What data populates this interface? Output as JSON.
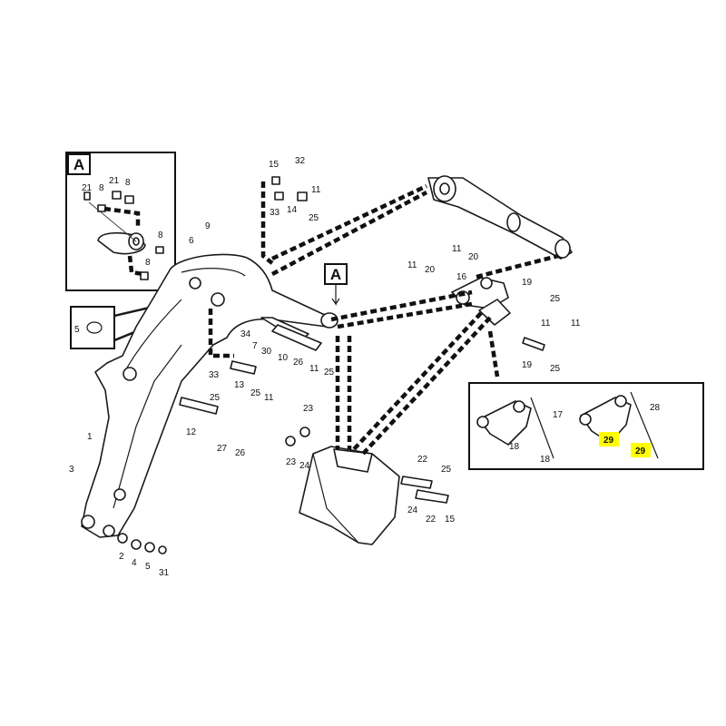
{
  "diagram": {
    "detail_tag": "A",
    "inset_label": "A",
    "highlight_color": "#ffff00",
    "callouts": {
      "c1": "1",
      "c2": "2",
      "c3": "3",
      "c4": "4",
      "c5": "5",
      "c5b": "5",
      "c6": "6",
      "c7": "7",
      "c8a": "8",
      "c8b": "8",
      "c8c": "8",
      "c8d": "8",
      "c9": "9",
      "c10": "10",
      "c11a": "11",
      "c11b": "11",
      "c11c": "11",
      "c11d": "11",
      "c11e": "11",
      "c11f": "11",
      "c11g": "11",
      "c12": "12",
      "c13": "13",
      "c14": "14",
      "c15a": "15",
      "c15b": "15",
      "c16": "16",
      "c17": "17",
      "c18a": "18",
      "c18b": "18",
      "c19a": "19",
      "c19b": "19",
      "c20a": "20",
      "c20b": "20",
      "c21a": "21",
      "c21b": "21",
      "c22a": "22",
      "c22b": "22",
      "c23a": "23",
      "c23b": "23",
      "c24a": "24",
      "c24b": "24",
      "c25a": "25",
      "c25b": "25",
      "c25c": "25",
      "c25d": "25",
      "c25e": "25",
      "c25f": "25",
      "c25g": "25",
      "c26a": "26",
      "c26b": "26",
      "c27": "27",
      "c28": "28",
      "c29a": "29",
      "c29b": "29",
      "c30": "30",
      "c31": "31",
      "c32": "32",
      "c33a": "33",
      "c33b": "33",
      "c34": "34"
    }
  }
}
